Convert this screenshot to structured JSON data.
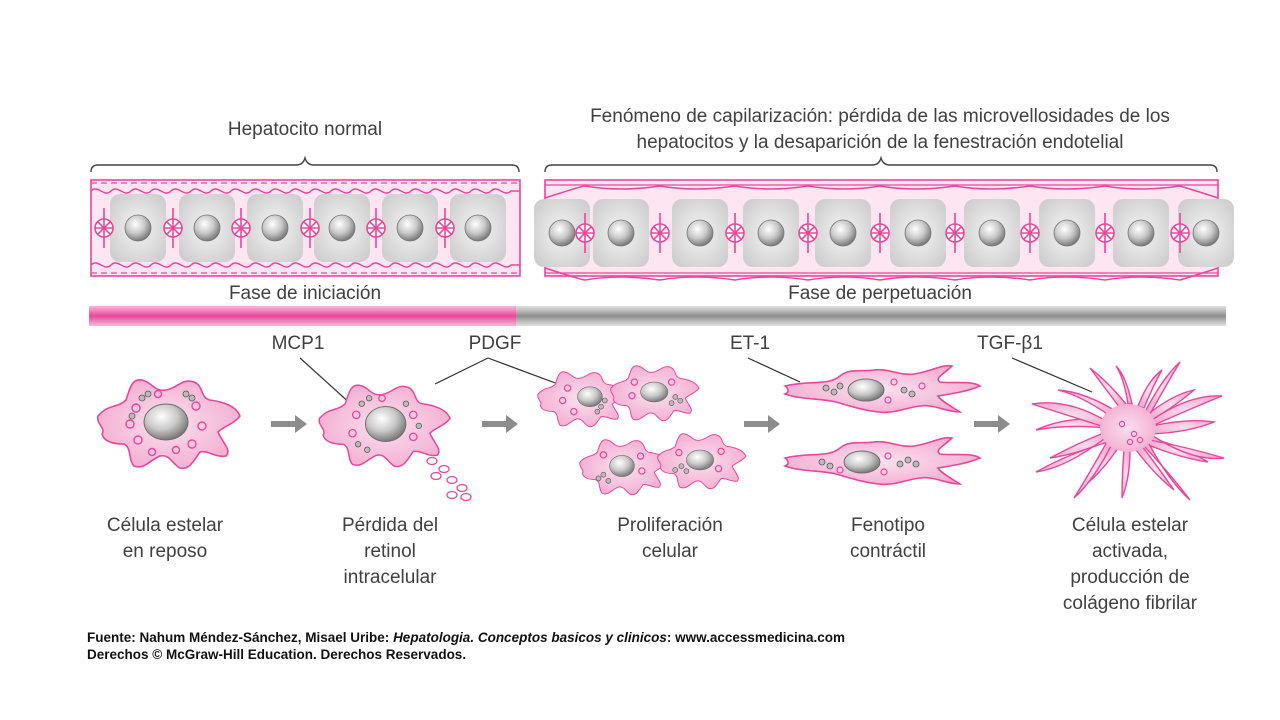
{
  "top": {
    "left_label": "Hepatocito normal",
    "right_label_line1": "Fenómeno de capilarización: pérdida de las microvellosidades de los",
    "right_label_line2": "hepatocitos y la desaparición de la fenestración endotelial"
  },
  "phases": {
    "initiation": "Fase de iniciación",
    "perpetuation": "Fase de perpetuación"
  },
  "mediators": [
    "MCP1",
    "PDGF",
    "ET-1",
    "TGF-β1"
  ],
  "stages": [
    {
      "line1": "Célula estelar",
      "line2": "en reposo",
      "line3": "",
      "line4": ""
    },
    {
      "line1": "Pérdida del",
      "line2": "retinol",
      "line3": "intracelular",
      "line4": ""
    },
    {
      "line1": "Proliferación",
      "line2": "celular",
      "line3": "",
      "line4": ""
    },
    {
      "line1": "Fenotipo",
      "line2": "contráctil",
      "line3": "",
      "line4": ""
    },
    {
      "line1": "Célula estelar",
      "line2": "activada,",
      "line3": "producción de",
      "line4": "colágeno fibrilar"
    }
  ],
  "source": {
    "prefix": "Fuente: Nahum Méndez-Sánchez, Misael Uribe: ",
    "book": "Hepatologia. Conceptos basicos y clinicos",
    "suffix": ": www.accessmedicina.com",
    "rights": "Derechos © McGraw-Hill Education. Derechos Reservados."
  },
  "colors": {
    "magenta": "#e8479b",
    "pink_fill": "#f7c5dd",
    "gray_bar": "#9a9a9a",
    "arrow": "#8c8c8c"
  }
}
